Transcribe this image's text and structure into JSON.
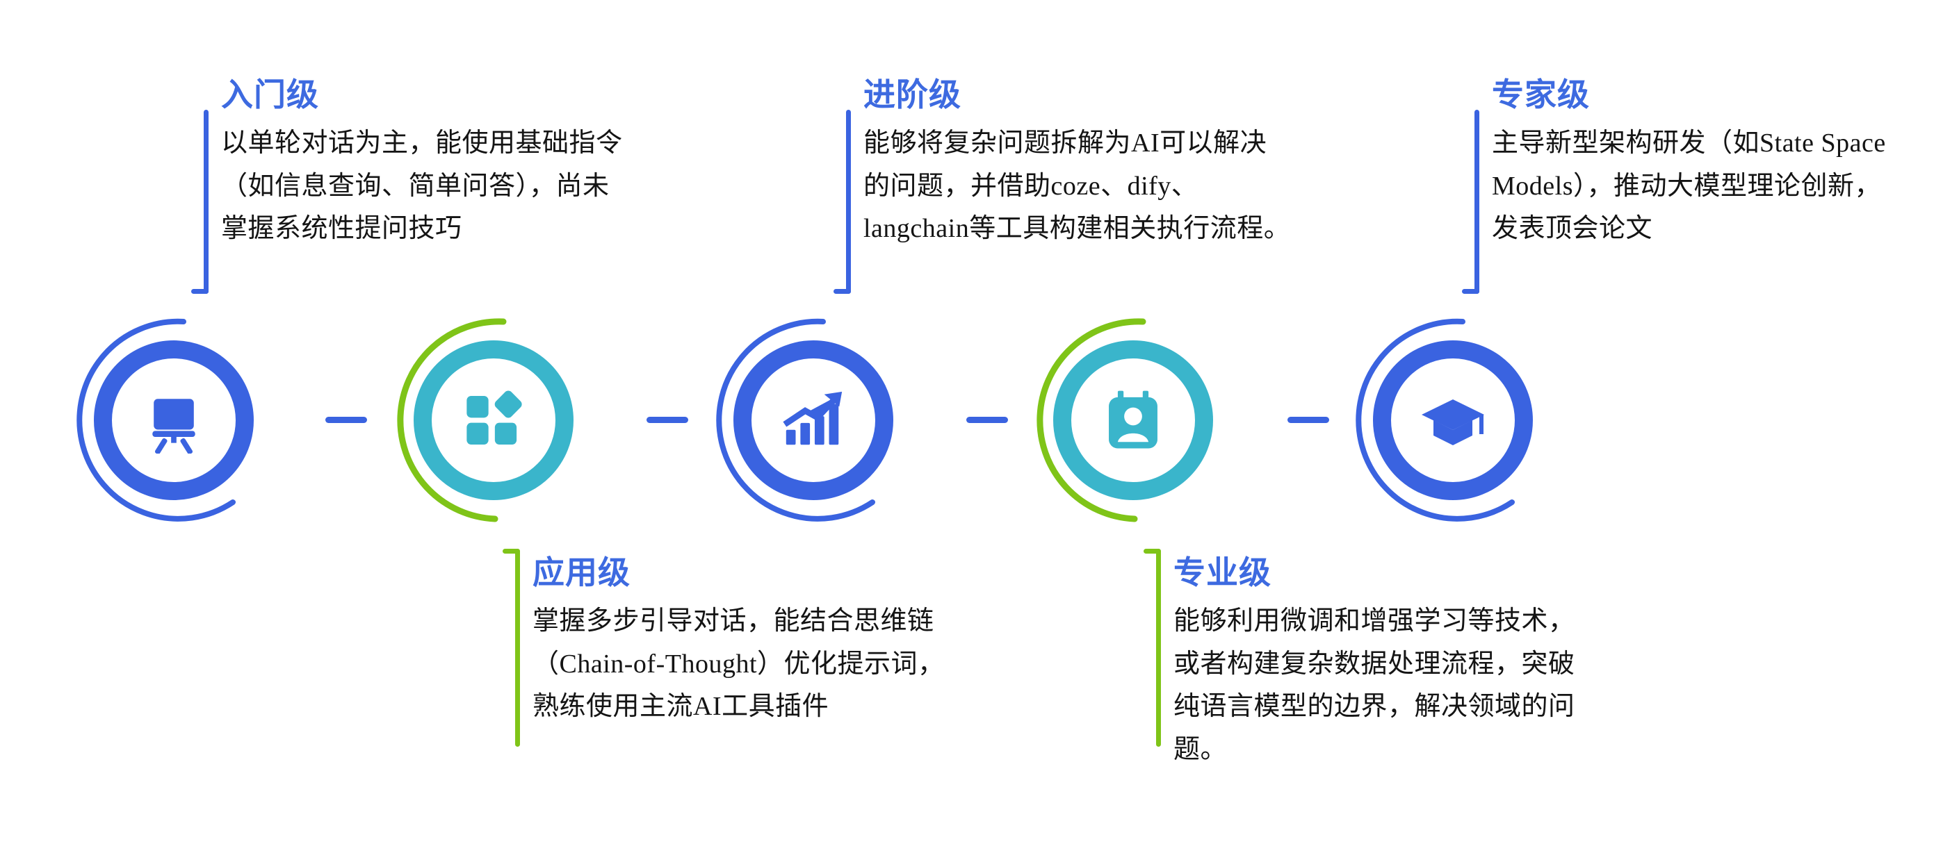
{
  "colors": {
    "blue": "#3a63e0",
    "teal": "#3ab5cb",
    "green": "#7fc418",
    "heading_blue": "#3d6ae0",
    "body_text": "#141414",
    "background": "#ffffff"
  },
  "stages": [
    {
      "id": "entry",
      "title": "入门级",
      "body": "以单轮对话为主，能使用基础指令\n（如信息查询、简单问答），尚未\n掌握系统性提问技巧",
      "position": "top",
      "icon": "presentation-board-icon",
      "ring_color": "#3a63e0",
      "arc_color": "#3a63e0",
      "icon_color": "#3a63e0",
      "connector_color": "#3a63e0"
    },
    {
      "id": "application",
      "title": "应用级",
      "body": "掌握多步引导对话，能结合思维链\n（Chain-of-Thought）优化提示词，\n熟练使用主流AI工具插件",
      "position": "bottom",
      "icon": "grid-blocks-icon",
      "ring_color": "#3ab5cb",
      "arc_color": "#7fc418",
      "icon_color": "#3ab5cb",
      "connector_color": "#7fc418"
    },
    {
      "id": "advanced",
      "title": "进阶级",
      "body": "能够将复杂问题拆解为AI可以解决\n的问题，并借助coze、dify、\nlangchain等工具构建相关执行流程。",
      "position": "top",
      "icon": "growth-chart-icon",
      "ring_color": "#3a63e0",
      "arc_color": "#3a63e0",
      "icon_color": "#3a63e0",
      "connector_color": "#3a63e0"
    },
    {
      "id": "professional",
      "title": "专业级",
      "body": "能够利用微调和增强学习等技术，\n或者构建复杂数据处理流程，突破\n纯语言模型的边界，解决领域的问\n题。",
      "position": "bottom",
      "icon": "id-badge-person-icon",
      "ring_color": "#3ab5cb",
      "arc_color": "#7fc418",
      "icon_color": "#3ab5cb",
      "connector_color": "#7fc418"
    },
    {
      "id": "expert",
      "title": "专家级",
      "body": "主导新型架构研发（如State Space\nModels），推动大模型理论创新，\n发表顶会论文",
      "position": "top",
      "icon": "graduation-cap-icon",
      "ring_color": "#3a63e0",
      "arc_color": "#3a63e0",
      "icon_color": "#3a63e0",
      "connector_color": "#3a63e0"
    }
  ],
  "connector_dashes": {
    "count": 4,
    "color": "#3a63e0"
  }
}
